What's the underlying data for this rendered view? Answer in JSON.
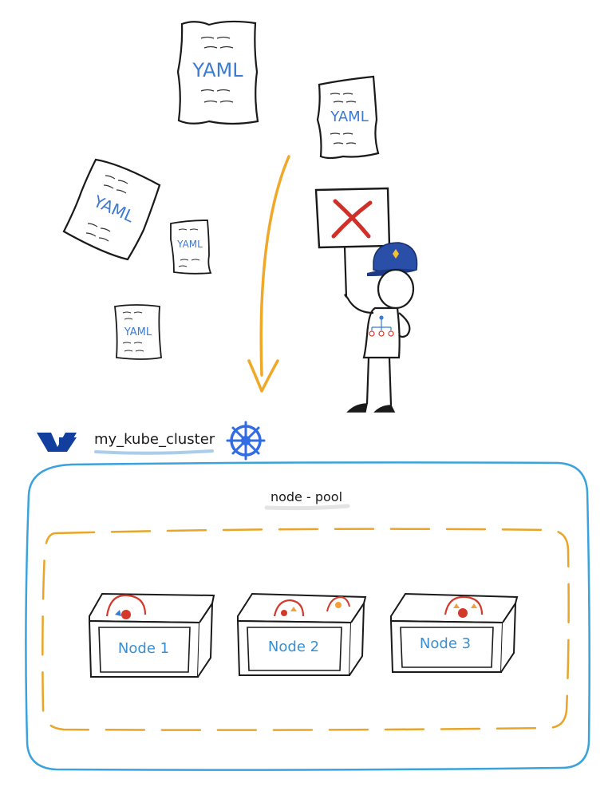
{
  "documents": [
    {
      "label": "YAML"
    },
    {
      "label": "YAML"
    },
    {
      "label": "YAML"
    },
    {
      "label": "YAML"
    },
    {
      "label": "YAML"
    }
  ],
  "cluster": {
    "name": "my_kube_cluster"
  },
  "node_pool": {
    "label": "node - pool"
  },
  "nodes": [
    {
      "label": "Node 1"
    },
    {
      "label": "Node 2"
    },
    {
      "label": "Node 3"
    }
  ],
  "colors": {
    "ink": "#1a1a1a",
    "yaml_text": "#3a7bd5",
    "arrow": "#f0a828",
    "cluster_border": "#3aa2dc",
    "pool_dash": "#e8a52a",
    "reject_x": "#d0302a",
    "cap": "#2a4fa8",
    "cap_badge": "#f2c230",
    "kube_blue": "#326ce5",
    "ovh_blue": "#123f9e",
    "underline": "#a9cdea",
    "node_text": "#3a8fd0",
    "pod_red": "#d33a2c",
    "pod_orange": "#f2a13a"
  },
  "icons": {
    "provider_logo": "ovh-logo-icon",
    "kubernetes": "kubernetes-helm-icon",
    "reject": "red-x-icon",
    "police_cap": "police-cap-icon",
    "org_chart": "org-chart-icon"
  }
}
